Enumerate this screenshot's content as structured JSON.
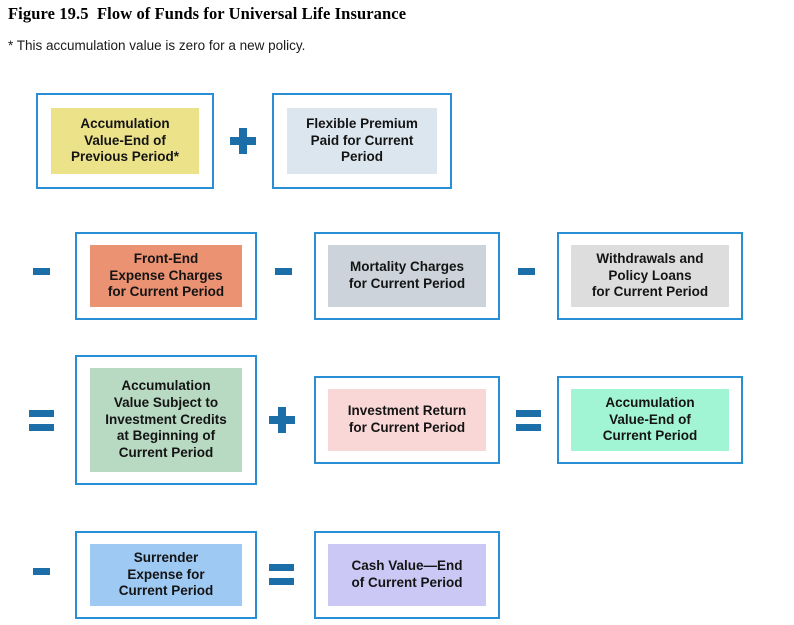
{
  "figure": {
    "title": "Figure 19.5  Flow of Funds for Universal Life Insurance",
    "note": "* This accumulation value is zero for a new policy."
  },
  "colors": {
    "frame_border": "#2a8ed4",
    "operator": "#1b6ea8",
    "text": "#141414",
    "fill_yellow": "#ece289",
    "fill_pale_blue": "#dbe6ee",
    "fill_salmon": "#eb9272",
    "fill_blue_gray": "#ccd3da",
    "fill_gray": "#dddddd",
    "fill_sage": "#b8d9c2",
    "fill_pink": "#fad7d7",
    "fill_aqua": "#a2f5d4",
    "fill_light_blue": "#9dc9f3",
    "fill_lavender": "#ccc8f5"
  },
  "diagram": {
    "type": "flow-of-funds-equation",
    "rows": [
      {
        "id": "row-1",
        "items": [
          {
            "kind": "box",
            "name": "accumulation-value-end-previous-period",
            "label": "Accumulation\nValue-End of\nPrevious Period*",
            "fill": "#ece289"
          },
          {
            "kind": "operator",
            "name": "plus-operator",
            "symbol": "+"
          },
          {
            "kind": "box",
            "name": "flexible-premium-paid-current-period",
            "label": "Flexible Premium\nPaid for Current\nPeriod",
            "fill": "#dbe6ee"
          }
        ]
      },
      {
        "id": "row-2",
        "items": [
          {
            "kind": "operator",
            "name": "minus-operator",
            "symbol": "−"
          },
          {
            "kind": "box",
            "name": "front-end-expense-charges",
            "label": "Front-End\nExpense Charges\nfor Current Period",
            "fill": "#eb9272"
          },
          {
            "kind": "operator",
            "name": "minus-operator",
            "symbol": "−"
          },
          {
            "kind": "box",
            "name": "mortality-charges",
            "label": "Mortality Charges\nfor Current Period",
            "fill": "#ccd3da"
          },
          {
            "kind": "operator",
            "name": "minus-operator",
            "symbol": "−"
          },
          {
            "kind": "box",
            "name": "withdrawals-and-policy-loans",
            "label": "Withdrawals and\nPolicy Loans\nfor Current Period",
            "fill": "#dddddd"
          }
        ]
      },
      {
        "id": "row-3",
        "items": [
          {
            "kind": "operator",
            "name": "equals-operator",
            "symbol": "="
          },
          {
            "kind": "box",
            "name": "accumulation-value-subject-to-investment-credits",
            "label": "Accumulation\nValue Subject to\nInvestment Credits\nat Beginning of\nCurrent Period",
            "fill": "#b8d9c2"
          },
          {
            "kind": "operator",
            "name": "plus-operator",
            "symbol": "+"
          },
          {
            "kind": "box",
            "name": "investment-return",
            "label": "Investment Return\nfor Current Period",
            "fill": "#fad7d7"
          },
          {
            "kind": "operator",
            "name": "equals-operator",
            "symbol": "="
          },
          {
            "kind": "box",
            "name": "accumulation-value-end-current-period",
            "label": "Accumulation\nValue-End of\nCurrent Period",
            "fill": "#a2f5d4"
          }
        ]
      },
      {
        "id": "row-4",
        "items": [
          {
            "kind": "operator",
            "name": "minus-operator",
            "symbol": "−"
          },
          {
            "kind": "box",
            "name": "surrender-expense",
            "label": "Surrender\nExpense for\nCurrent Period",
            "fill": "#9dc9f3"
          },
          {
            "kind": "operator",
            "name": "equals-operator",
            "symbol": "="
          },
          {
            "kind": "box",
            "name": "cash-value-end-current-period",
            "label": "Cash Value—End\nof Current Period",
            "fill": "#ccc8f5"
          }
        ]
      }
    ]
  }
}
